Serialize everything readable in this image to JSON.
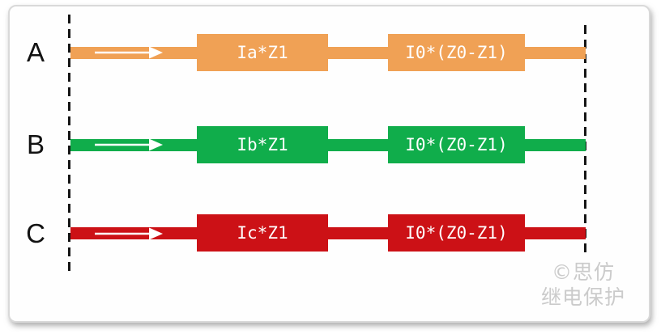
{
  "diagram": {
    "phases": [
      {
        "phase": "A",
        "color": "#F0A155",
        "series_impedance_label": "Ia*Z1",
        "zero_sequence_label": "I0*(Z0-Z1)"
      },
      {
        "phase": "B",
        "color": "#10AD4B",
        "series_impedance_label": "Ib*Z1",
        "zero_sequence_label": "I0*(Z0-Z1)"
      },
      {
        "phase": "C",
        "color": "#CC1116",
        "series_impedance_label": "Ic*Z1",
        "zero_sequence_label": "I0*(Z0-Z1)"
      }
    ],
    "watermark": {
      "line1": "©思仿",
      "line2": "继电保护",
      "color": "#cbcbcb"
    }
  }
}
